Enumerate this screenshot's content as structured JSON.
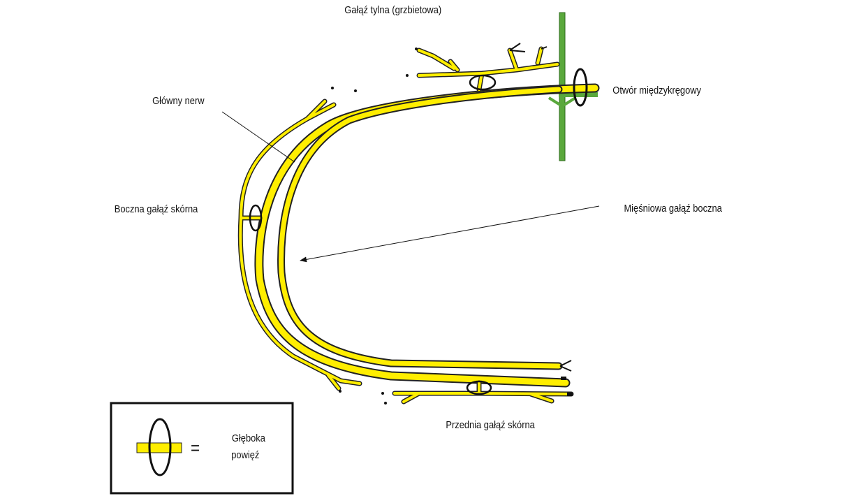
{
  "labels": {
    "dorsal_branch": "Gałąź tylna (grzbietowa)",
    "main_nerve": "Główny nerw",
    "intervertebral_foramen": "Otwór międzykręgowy",
    "lateral_cutaneous": "Boczna gałąź skórna",
    "lateral_muscular": "Mięśniowa gałąź boczna",
    "anterior_cutaneous": "Przednia gałąź skórna"
  },
  "legend": {
    "equals": "=",
    "text_line1": "Głęboka",
    "text_line2": "powięź"
  },
  "colors": {
    "nerve_fill": "#ffee00",
    "nerve_outline": "#222222",
    "spinal_cord": "#5aa83c",
    "fascia_ring": "#111111",
    "leader_line": "#111111"
  }
}
